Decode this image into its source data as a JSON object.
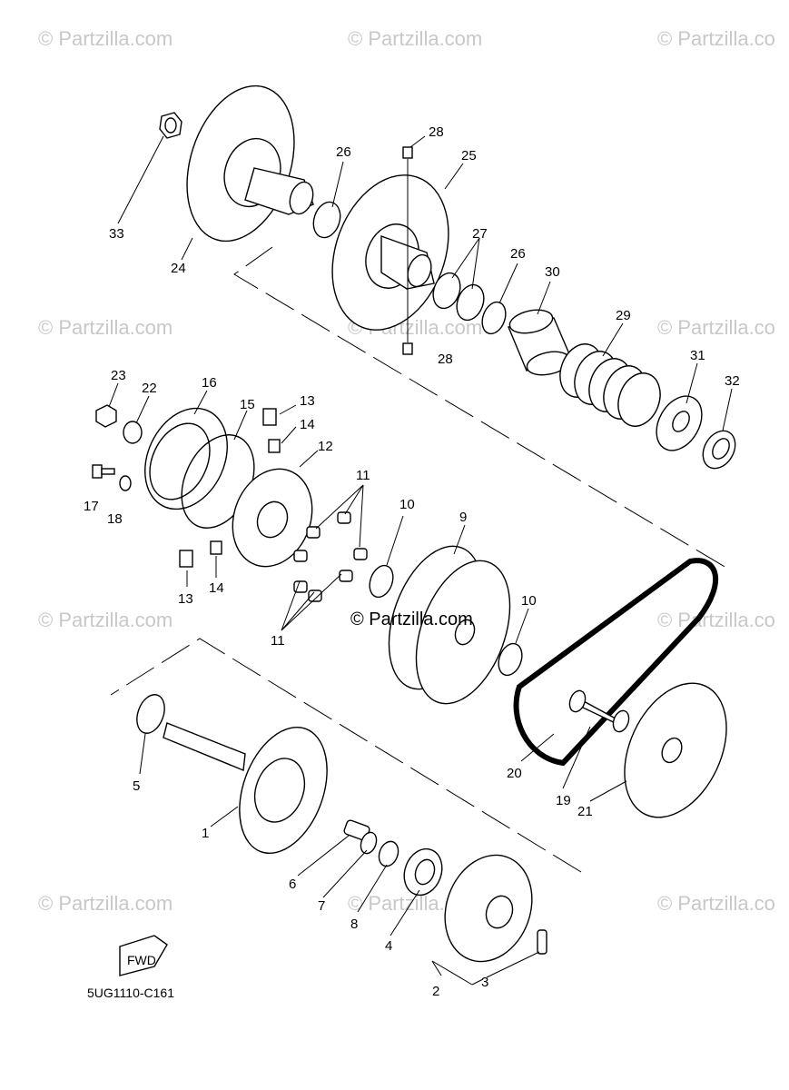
{
  "watermarks": [
    "© Partzilla.com",
    "© Partzilla.com",
    "© Partzilla.co",
    "© Partzilla.com",
    "© Partzilla.com",
    "© Partzilla.co",
    "© Partzilla.com",
    "© Partzilla.co",
    "© Partzilla.com",
    "© Partzilla.com",
    "© Partzilla.co"
  ],
  "center_watermark": "© Partzilla.com",
  "reference_code": "5UG1110-C161",
  "fwd_label": "FWD",
  "callouts": [
    "33",
    "24",
    "26",
    "28",
    "25",
    "27",
    "26",
    "30",
    "28",
    "29",
    "31",
    "32",
    "23",
    "22",
    "16",
    "15",
    "13",
    "14",
    "12",
    "11",
    "17",
    "18",
    "13",
    "14",
    "11",
    "10",
    "9",
    "10",
    "5",
    "1",
    "20",
    "19",
    "21",
    "6",
    "7",
    "8",
    "4",
    "3",
    "2"
  ]
}
